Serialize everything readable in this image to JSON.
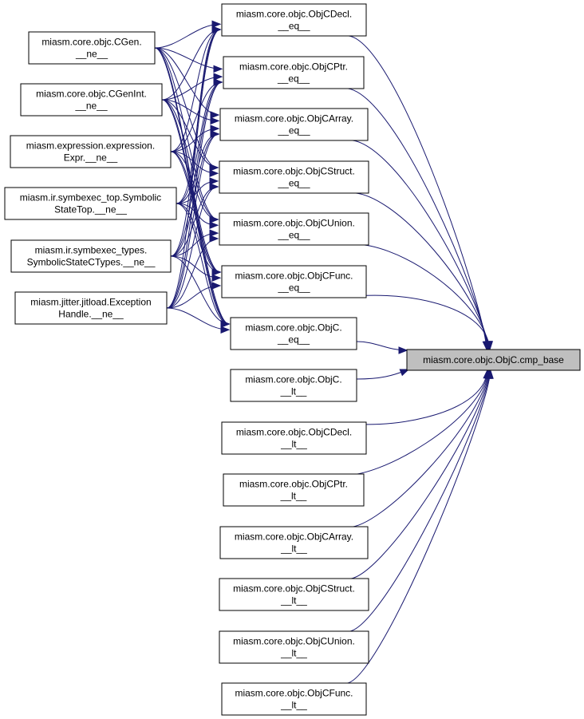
{
  "root": {
    "id": "root",
    "lines": [
      "miasm.core.objc.ObjC.cmp_base"
    ]
  },
  "callers": [
    {
      "id": "cdecl_eq",
      "lines": [
        "miasm.core.objc.ObjCDecl.",
        "__eq__"
      ]
    },
    {
      "id": "cptr_eq",
      "lines": [
        "miasm.core.objc.ObjCPtr.",
        "__eq__"
      ]
    },
    {
      "id": "carray_eq",
      "lines": [
        "miasm.core.objc.ObjCArray.",
        "__eq__"
      ]
    },
    {
      "id": "cstruct_eq",
      "lines": [
        "miasm.core.objc.ObjCStruct.",
        "__eq__"
      ]
    },
    {
      "id": "cunion_eq",
      "lines": [
        "miasm.core.objc.ObjCUnion.",
        "__eq__"
      ]
    },
    {
      "id": "cfunc_eq",
      "lines": [
        "miasm.core.objc.ObjCFunc.",
        "__eq__"
      ]
    },
    {
      "id": "c_eq",
      "lines": [
        "miasm.core.objc.ObjC.",
        "__eq__"
      ]
    },
    {
      "id": "c_lt",
      "lines": [
        "miasm.core.objc.ObjC.",
        "__lt__"
      ]
    },
    {
      "id": "cdecl_lt",
      "lines": [
        "miasm.core.objc.ObjCDecl.",
        "__lt__"
      ]
    },
    {
      "id": "cptr_lt",
      "lines": [
        "miasm.core.objc.ObjCPtr.",
        "__lt__"
      ]
    },
    {
      "id": "carray_lt",
      "lines": [
        "miasm.core.objc.ObjCArray.",
        "__lt__"
      ]
    },
    {
      "id": "cstruct_lt",
      "lines": [
        "miasm.core.objc.ObjCStruct.",
        "__lt__"
      ]
    },
    {
      "id": "cunion_lt",
      "lines": [
        "miasm.core.objc.ObjCUnion.",
        "__lt__"
      ]
    },
    {
      "id": "cfunc_lt",
      "lines": [
        "miasm.core.objc.ObjCFunc.",
        "__lt__"
      ]
    }
  ],
  "ne_callers": [
    {
      "id": "cgen_ne",
      "lines": [
        "miasm.core.objc.CGen.",
        "__ne__"
      ]
    },
    {
      "id": "cgenint_ne",
      "lines": [
        "miasm.core.objc.CGenInt.",
        "__ne__"
      ]
    },
    {
      "id": "expr_ne",
      "lines": [
        "miasm.expression.expression.",
        "Expr.__ne__"
      ]
    },
    {
      "id": "symtop_ne",
      "lines": [
        "miasm.ir.symbexec_top.Symbolic",
        "StateTop.__ne__"
      ]
    },
    {
      "id": "symtypes_ne",
      "lines": [
        "miasm.ir.symbexec_types.",
        "SymbolicStateCTypes.__ne__"
      ]
    },
    {
      "id": "exc_ne",
      "lines": [
        "miasm.jitter.jitload.Exception",
        "Handle.__ne__"
      ]
    }
  ],
  "edges_to_root": [
    "cdecl_eq",
    "cptr_eq",
    "carray_eq",
    "cstruct_eq",
    "cunion_eq",
    "cfunc_eq",
    "c_eq",
    "c_lt",
    "cdecl_lt",
    "cptr_lt",
    "carray_lt",
    "cstruct_lt",
    "cunion_lt",
    "cfunc_lt"
  ],
  "ne_targets": [
    "cdecl_eq",
    "cptr_eq",
    "carray_eq",
    "cstruct_eq",
    "cunion_eq",
    "cfunc_eq",
    "c_eq"
  ],
  "colors": {
    "edge": "#191970",
    "root_fill": "#bfbfbf",
    "node_fill": "#ffffff",
    "border": "#000000"
  }
}
